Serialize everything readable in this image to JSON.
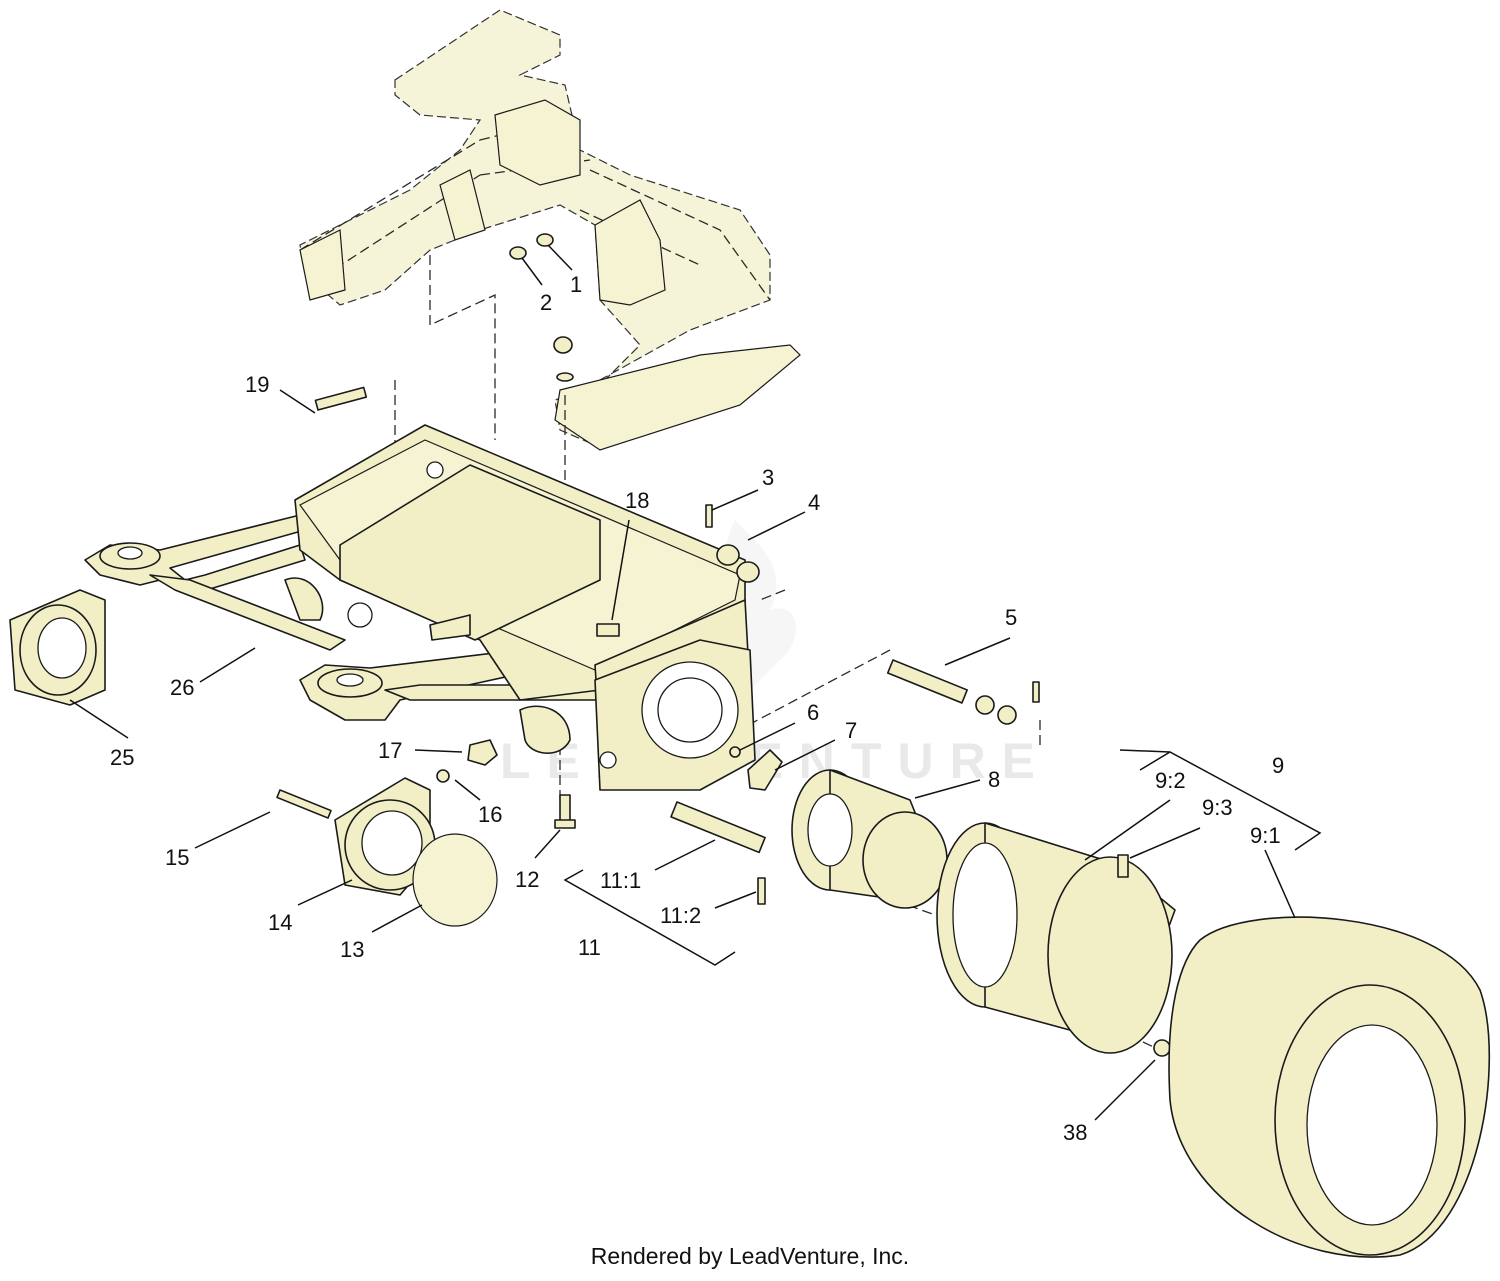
{
  "callouts": {
    "c1": "1",
    "c2": "2",
    "c3": "3",
    "c4": "4",
    "c5": "5",
    "c6": "6",
    "c7": "7",
    "c8": "8",
    "c9": "9",
    "c9_1": "9:1",
    "c9_2": "9:2",
    "c9_3": "9:3",
    "c11": "11",
    "c11_1": "11:1",
    "c11_2": "11:2",
    "c12": "12",
    "c13": "13",
    "c14": "14",
    "c15": "15",
    "c16": "16",
    "c17": "17",
    "c18": "18",
    "c19": "19",
    "c25": "25",
    "c26": "26",
    "c38": "38"
  },
  "watermark": "LEADVENTURE",
  "footer": "Rendered by LeadVenture, Inc.",
  "colors": {
    "part_fill": "#f2efc6",
    "line": "#1a1a1a",
    "watermark": "#e9e9e9"
  }
}
